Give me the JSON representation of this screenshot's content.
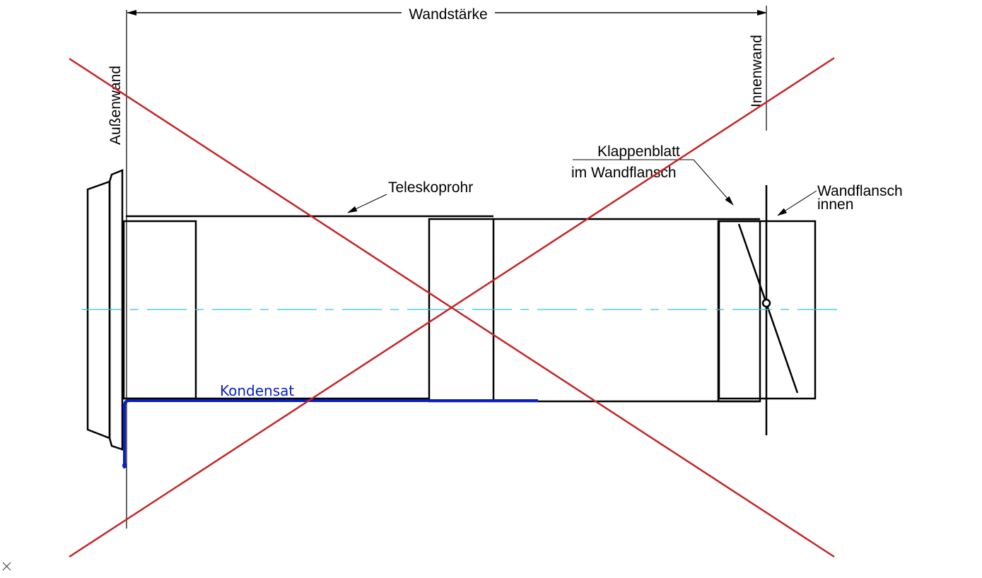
{
  "labels": {
    "wall_thickness": "Wandstärke",
    "outer_wall": "Außenwand",
    "inner_wall": "Innenwand",
    "telescopic_pipe": "Teleskoprohr",
    "flap_blade_line1": "Klappenblatt",
    "flap_blade_line2": "im Wandflansch",
    "wall_flange_line1": "Wandflansch",
    "wall_flange_line2": "innen",
    "condensate": "Kondensat"
  },
  "colors": {
    "line": "#000000",
    "center_line": "#2ec8d8",
    "cross_out": "#c42626",
    "condensate": "#0a1fc0"
  },
  "markers": {
    "cursor_icon": "×"
  }
}
